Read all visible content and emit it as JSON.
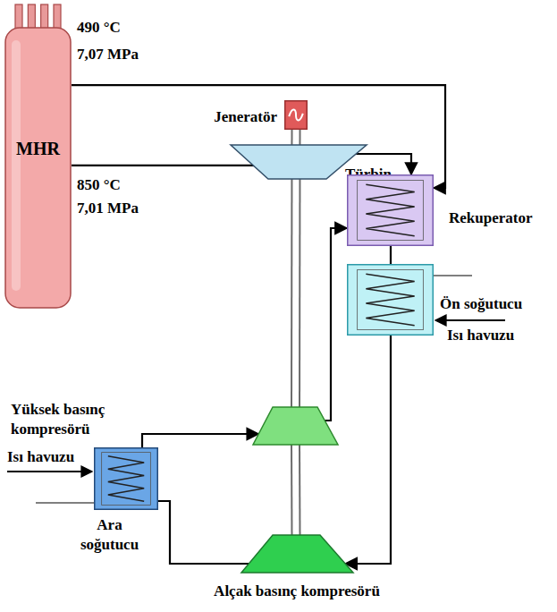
{
  "diagram": {
    "nodes": [
      {
        "text": [
          "MHR"
        ]
      },
      {
        "text": [
          "Jeneratör"
        ]
      },
      {
        "text": [
          "Türbin"
        ]
      },
      {
        "text": [
          "Rekuperator"
        ]
      },
      {
        "text": [
          "Ön soğutucu"
        ]
      },
      {
        "text": [
          "Yüksek basınç kompresörü"
        ]
      },
      {
        "text": [
          "Ara soğutucu"
        ]
      },
      {
        "text": [
          "Alçak basınç kompresörü"
        ]
      }
    ],
    "edges": [
      {
        "from": 0,
        "to": 2,
        "arrow": "to"
      },
      {
        "from": 2,
        "to": 3,
        "arrow": "to"
      },
      {
        "from": 0,
        "to": 3,
        "arrow": "to"
      },
      {
        "from": 3,
        "to": 4,
        "arrow": "none"
      },
      {
        "from": 4,
        "to": 7,
        "arrow": "to"
      },
      {
        "from": 7,
        "to": 6,
        "arrow": "none"
      },
      {
        "from": 6,
        "to": 5,
        "arrow": "to"
      },
      {
        "from": 5,
        "to": 3,
        "arrow": "to"
      },
      {
        "from": 1,
        "to": 2,
        "arrow": "none"
      },
      {
        "from": 2,
        "to": 5,
        "arrow": "none"
      },
      {
        "from": 5,
        "to": 7,
        "arrow": "none"
      }
    ],
    "labels": [
      "490 °C",
      "7,07 MPa",
      "850 °C",
      "7,01 MPa",
      "Isı havuzu",
      "Isı havuzu"
    ]
  }
}
